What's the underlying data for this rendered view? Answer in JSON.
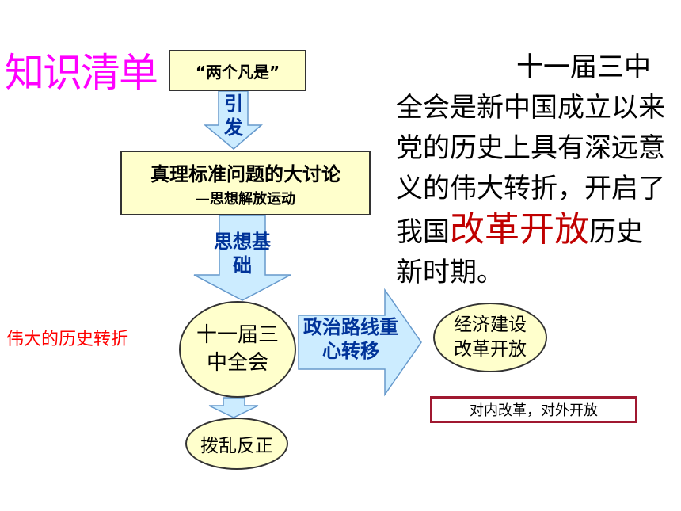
{
  "title": "知识清单",
  "box_two_whatevers": "“两个凡是”",
  "arrow_trigger": "引发",
  "box_discussion": {
    "main": "真理标准问题的大讨论",
    "sub": "—思想解放运动"
  },
  "arrow_foundation": "思想基础",
  "plenum": "十一届三中全会",
  "label_turning_point": "伟大的历史转折",
  "arrow_shift": "政治路线重心转移",
  "econ": "经济建设改革开放",
  "policy": "对内改革，对外开放",
  "order": "拨乱反正",
  "paragraph": {
    "part1": "十一届三中全会是新中国成立以来党的历史上具有深远意义的伟大转折，开启了我国",
    "highlight": "改革开放",
    "part2": "历史新时期。"
  },
  "colors": {
    "title": "#ff00ff",
    "box_fill": "#ffffcc",
    "arrow_fill": "#ccecff",
    "arrow_text": "#003399",
    "highlight": "#c00000",
    "red_label": "#ff0000",
    "policy_border": "#a01830"
  }
}
